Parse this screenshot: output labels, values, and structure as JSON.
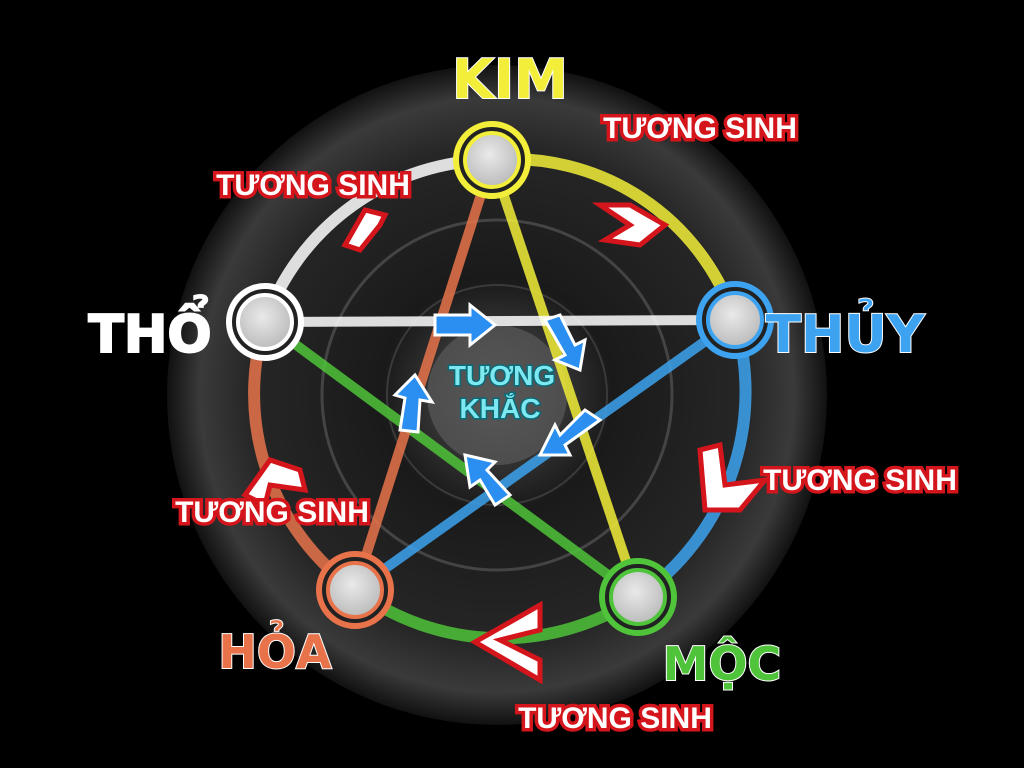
{
  "elements": {
    "kim": {
      "label": "KIM",
      "color": "#f2ee3a"
    },
    "thuy": {
      "label": "THỦY",
      "color": "#3da3f0"
    },
    "moc": {
      "label": "MỘC",
      "color": "#4fc33a"
    },
    "hoa": {
      "label": "HỎA",
      "color": "#e8734a"
    },
    "tho": {
      "label": "THỔ",
      "color": "#ffffff"
    }
  },
  "generating_labels": [
    "TƯƠNG SINH",
    "TƯƠNG SINH",
    "TƯƠNG SINH",
    "TƯƠNG SINH",
    "TƯƠNG SINH"
  ],
  "center": {
    "line1": "TƯƠNG",
    "line2": "KHẮC"
  }
}
